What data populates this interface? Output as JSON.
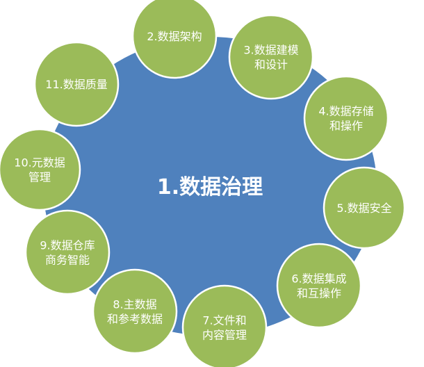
{
  "center": {
    "label": "1.数据治理",
    "color": "#4f81bd"
  },
  "node_color": "#9bbb59",
  "nodes": [
    {
      "lines": [
        "2.数据架构"
      ]
    },
    {
      "lines": [
        "3.数据建模",
        "和设计"
      ]
    },
    {
      "lines": [
        "4.数据存储",
        "和操作"
      ]
    },
    {
      "lines": [
        "5.数据安全"
      ]
    },
    {
      "lines": [
        "6.数据集成",
        "和互操作"
      ]
    },
    {
      "lines": [
        "7.文件和",
        "内容管理"
      ]
    },
    {
      "lines": [
        "8.主数据",
        "和参考数据"
      ]
    },
    {
      "lines": [
        "9.数据仓库",
        "商务智能"
      ]
    },
    {
      "lines": [
        "10.元数据",
        "管理"
      ]
    },
    {
      "lines": [
        "11.数据质量"
      ]
    }
  ]
}
